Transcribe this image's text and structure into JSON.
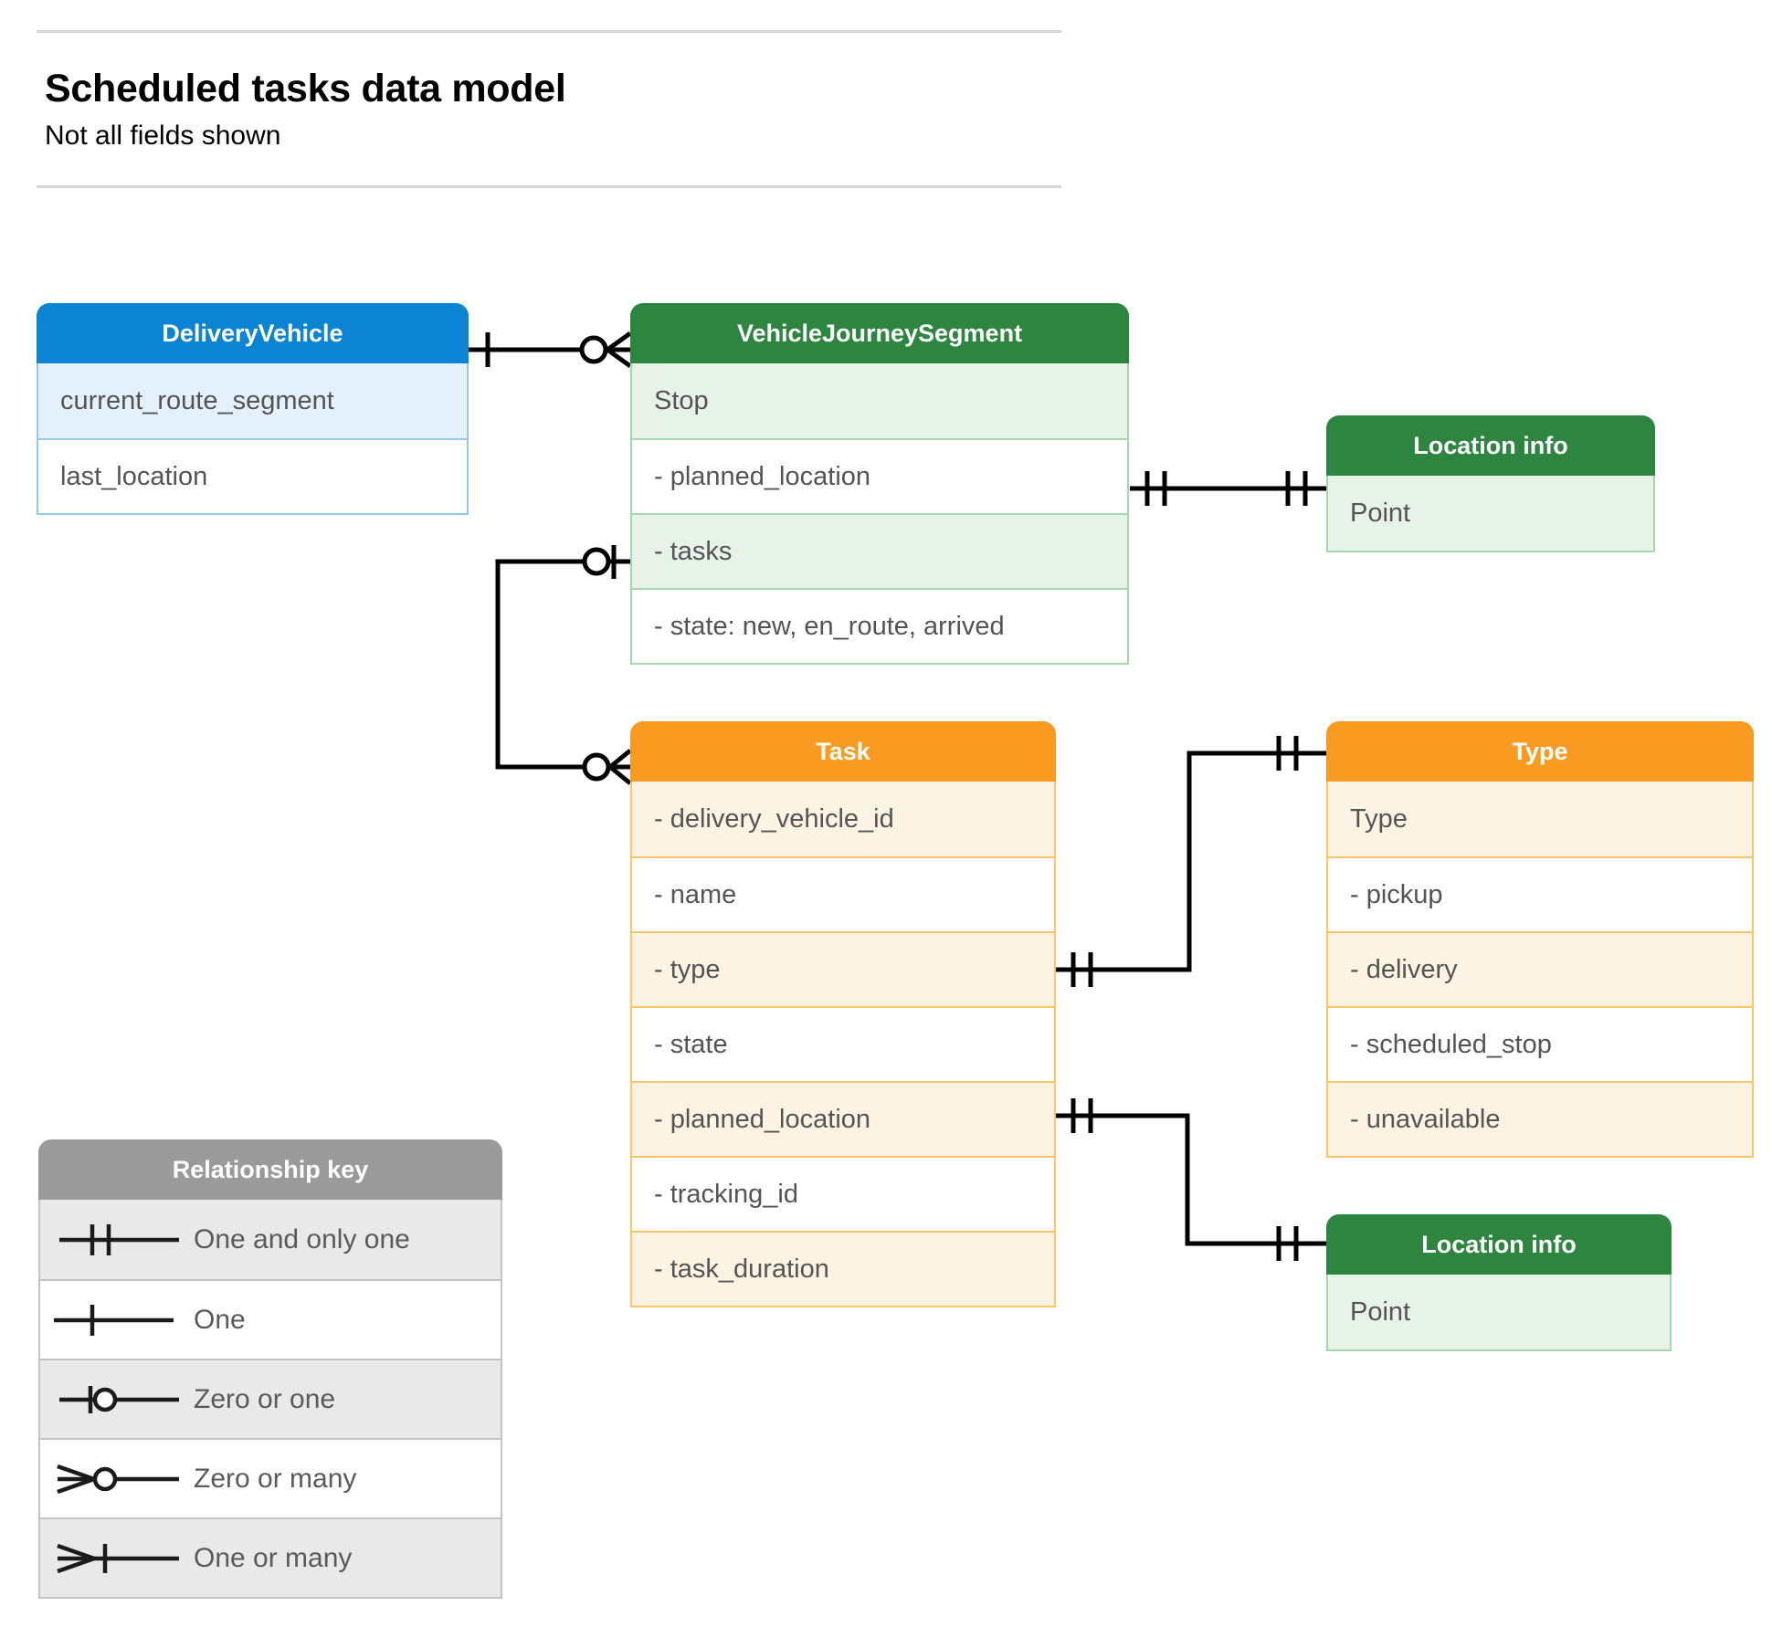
{
  "header": {
    "title": "Scheduled tasks data model",
    "subtitle": "Not all fields shown"
  },
  "entities": {
    "delivery_vehicle": {
      "title": "DeliveryVehicle",
      "color": "#0b84d4",
      "rows": [
        "current_route_segment",
        "last_location"
      ]
    },
    "vehicle_journey_segment": {
      "title": "VehicleJourneySegment",
      "color": "#2e8540",
      "rows": [
        "Stop",
        "-  planned_location",
        "- tasks",
        "- state: new, en_route, arrived"
      ]
    },
    "location_info_top": {
      "title": "Location info",
      "color": "#2e8540",
      "rows": [
        "Point"
      ]
    },
    "task": {
      "title": "Task",
      "color": "#f99b21",
      "rows": [
        "- delivery_vehicle_id",
        "- name",
        "- type",
        "- state",
        "- planned_location",
        "- tracking_id",
        "- task_duration"
      ]
    },
    "type": {
      "title": "Type",
      "color": "#f99b21",
      "rows": [
        "Type",
        "-   pickup",
        "-   delivery",
        "-   scheduled_stop",
        "-   unavailable"
      ]
    },
    "location_info_bottom": {
      "title": "Location info",
      "color": "#2e8540",
      "rows": [
        "Point"
      ]
    }
  },
  "legend": {
    "title": "Relationship key",
    "color": "#9a9a9a",
    "items": [
      {
        "label": "One and only one",
        "symbol": "one-and-only-one"
      },
      {
        "label": "One",
        "symbol": "one"
      },
      {
        "label": "Zero or one",
        "symbol": "zero-or-one"
      },
      {
        "label": "Zero or many",
        "symbol": "zero-or-many"
      },
      {
        "label": "One or many",
        "symbol": "one-or-many"
      }
    ]
  },
  "relationships": [
    {
      "from": "DeliveryVehicle",
      "from_cardinality": "One",
      "to": "VehicleJourneySegment",
      "to_cardinality": "Zero or many"
    },
    {
      "from": "VehicleJourneySegment.planned_location",
      "from_cardinality": "One and only one",
      "to": "Location info",
      "to_cardinality": "One and only one"
    },
    {
      "from": "VehicleJourneySegment.tasks",
      "from_cardinality": "Zero or one",
      "to": "Task",
      "to_cardinality": "Zero or many"
    },
    {
      "from": "Task.type",
      "from_cardinality": "One and only one",
      "to": "Type",
      "to_cardinality": "One and only one"
    },
    {
      "from": "Task.planned_location",
      "from_cardinality": "One and only one",
      "to": "Location info",
      "to_cardinality": "One and only one"
    }
  ]
}
